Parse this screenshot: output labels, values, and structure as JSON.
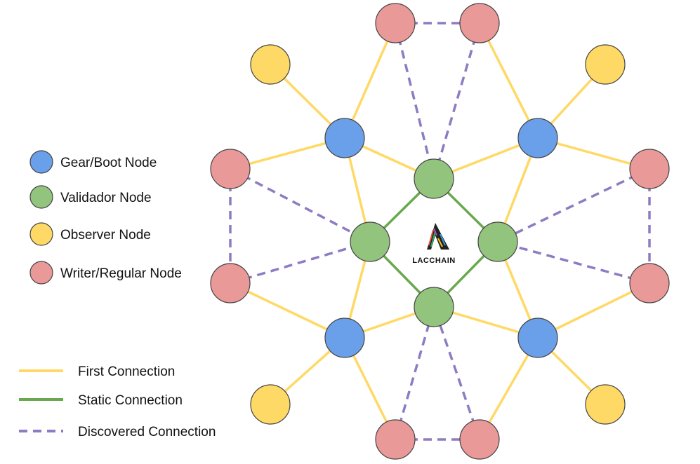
{
  "colors": {
    "gear": "#6a9fe9",
    "validator": "#93c47d",
    "observer": "#ffd966",
    "writer": "#ea9999",
    "first_line": "#ffd966",
    "static_line": "#6aa84f",
    "discovered_line": "#8e7cc3",
    "node_stroke": "#444444"
  },
  "legend": {
    "nodes": [
      {
        "label": "Gear/Boot Node",
        "kind": "gear"
      },
      {
        "label": "Validador Node",
        "kind": "validator"
      },
      {
        "label": "Observer Node",
        "kind": "observer"
      },
      {
        "label": "Writer/Regular Node",
        "kind": "writer"
      }
    ],
    "connections": [
      {
        "label": "First Connection",
        "kind": "first"
      },
      {
        "label": "Static Connection",
        "kind": "static"
      },
      {
        "label": "Discovered Connection",
        "kind": "discovered"
      }
    ]
  },
  "logo": {
    "text": "LACCHAIN"
  }
}
